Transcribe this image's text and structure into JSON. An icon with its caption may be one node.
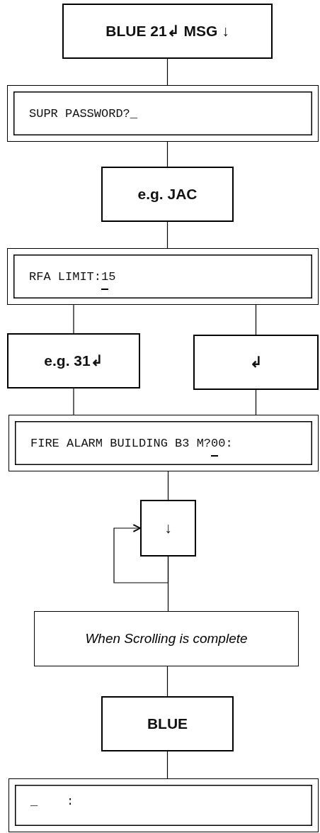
{
  "diagram": {
    "nodes": [
      {
        "text": [
          "BLUE 21↲ MSG ↓"
        ]
      },
      {
        "text": [
          "SUPR PASSWORD?_"
        ]
      },
      {
        "text": [
          "e.g. JAC"
        ]
      },
      {
        "text": [
          "RFA LIMIT:15"
        ]
      },
      {
        "text": [
          "e.g. 31↲"
        ]
      },
      {
        "text": [
          "↲"
        ]
      },
      {
        "text": [
          "FIRE ALARM BUILDING B3 M?00:"
        ]
      },
      {
        "text": [
          "↓"
        ]
      },
      {
        "text": [
          "When Scrolling is complete"
        ]
      },
      {
        "text": [
          "BLUE"
        ]
      },
      {
        "text": [
          "_    :"
        ]
      }
    ],
    "edges": [
      {
        "from": 0,
        "to": 1,
        "arrow": "none"
      },
      {
        "from": 1,
        "to": 2,
        "arrow": "none"
      },
      {
        "from": 2,
        "to": 3,
        "arrow": "none"
      },
      {
        "from": 3,
        "to": 4,
        "arrow": "none"
      },
      {
        "from": 3,
        "to": 5,
        "arrow": "none"
      },
      {
        "from": 4,
        "to": 6,
        "arrow": "none"
      },
      {
        "from": 5,
        "to": 6,
        "arrow": "none"
      },
      {
        "from": 6,
        "to": 7,
        "arrow": "none"
      },
      {
        "from": 7,
        "to": 7,
        "arrow": "to"
      },
      {
        "from": 7,
        "to": 8,
        "arrow": "none"
      },
      {
        "from": 8,
        "to": 9,
        "arrow": "none"
      },
      {
        "from": 9,
        "to": 10,
        "arrow": "none"
      }
    ]
  }
}
